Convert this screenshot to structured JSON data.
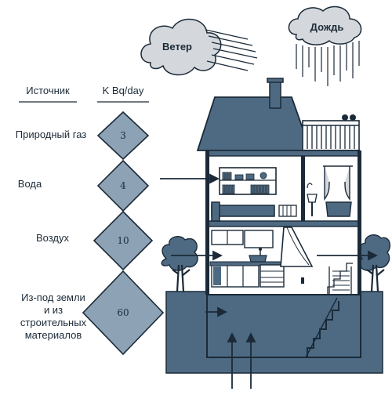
{
  "header": {
    "source_label": "Источник",
    "unit_label": "K Bq/day"
  },
  "weather": {
    "wind_label": "Ветер",
    "rain_label": "Дождь"
  },
  "sources": [
    {
      "label": "Природный газ",
      "value": "3"
    },
    {
      "label": "Вода",
      "value": "4"
    },
    {
      "label": "Воздух",
      "value": "10"
    },
    {
      "label": "Из-под земли и из строительных материалов",
      "value": "60"
    }
  ],
  "colors": {
    "primary": "#4e6a82",
    "dark": "#1b2a38",
    "light": "#9fb0c0",
    "diamond": "#8ea2b6",
    "cloud": "#d4d8dc"
  }
}
